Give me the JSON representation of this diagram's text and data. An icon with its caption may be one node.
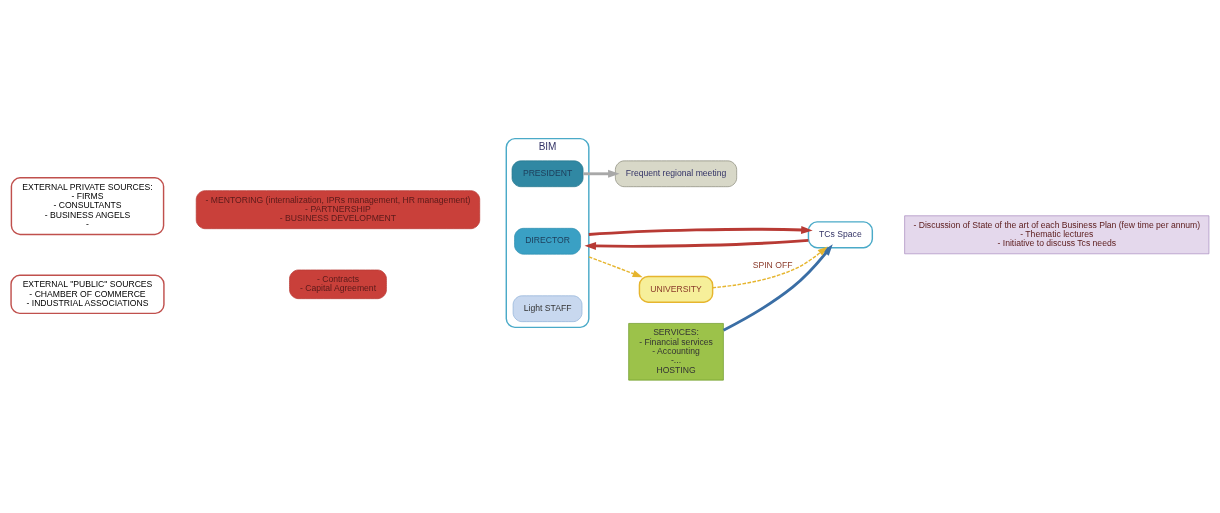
{
  "diagram": {
    "nodes": [
      {
        "text": [
          "EXTERNAL PRIVATE SOURCES:",
          "- FIRMS",
          "- CONSULTANTS",
          "- BUSINESS ANGELS",
          "-"
        ]
      },
      {
        "text": [
          "EXTERNAL \"PUBLIC\" SOURCES",
          "- CHAMBER OF COMMERCE",
          "- INDUSTRIAL ASSOCIATIONS"
        ]
      },
      {
        "text": [
          "- MENTORING (internalization, IPRs management, HR management)",
          "- PARTNERSHIP",
          "- BUSINESS DEVELOPMENT"
        ]
      },
      {
        "text": [
          "- Contracts",
          "- Capital Agreement"
        ]
      },
      {
        "text": [
          "BIM"
        ]
      },
      {
        "text": [
          "Light STAFF"
        ],
        "in": 4
      },
      {
        "text": [
          "DIRECTOR"
        ],
        "in": 4
      },
      {
        "text": [
          "PRESIDENT"
        ],
        "in": 4
      },
      {
        "text": [
          "SERVICES:",
          "- Financial services",
          "- Accounting",
          "-...",
          "HOSTING"
        ]
      },
      {
        "text": [
          "TCs Space"
        ]
      },
      {
        "text": [
          "- Discussion of State of the art of each Business Plan (few time per annum)",
          "- Thematic lectures",
          "- Initiative to discuss Tcs needs"
        ]
      },
      {
        "text": [
          "Frequent regional meeting"
        ]
      },
      {
        "text": [
          "UNIVERSITY"
        ]
      }
    ],
    "edges": [
      {
        "from": 9,
        "to": 4,
        "arrow": "to",
        "color": "#b83a34"
      },
      {
        "from": 8,
        "to": 9,
        "arrow": "to",
        "color": "#3a6ea5"
      },
      {
        "from": 4,
        "to": 9,
        "arrow": "to",
        "color": "#b83a34"
      },
      {
        "from": 7,
        "to": 11,
        "arrow": "to",
        "color": "#a8a8a8"
      },
      {
        "from": 4,
        "to": 12,
        "arrow": "to",
        "style": "dashed",
        "color": "#e6b52e"
      },
      {
        "from": 12,
        "to": 9,
        "label": "SPIN OFF",
        "arrow": "to",
        "style": "dashed",
        "color": "#e6b52e"
      }
    ]
  }
}
